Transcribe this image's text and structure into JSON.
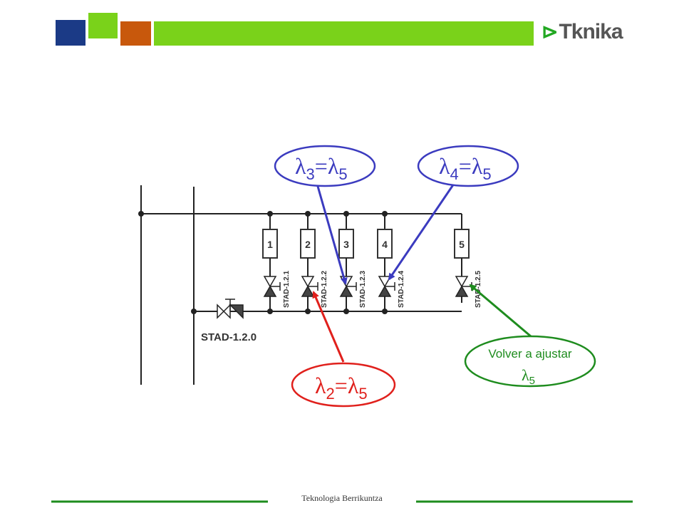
{
  "header": {
    "logo_text": "Tknika",
    "logo_mark": "⊳",
    "colors": {
      "navy": "#1b3a86",
      "green": "#7ad21a",
      "orange": "#c8580c"
    }
  },
  "diagram": {
    "units": [
      "1",
      "2",
      "3",
      "4",
      "5"
    ],
    "unit_valve_labels": [
      "STAD-1.2.1",
      "STAD-1.2.2",
      "STAD-1.2.3",
      "STAD-1.2.4",
      "STAD-1.2.5"
    ],
    "main_valve_label": "STAD-1.2.0"
  },
  "callouts": {
    "c1": {
      "symbol": "λ",
      "sub1": "3",
      "eq": "=",
      "sub2": "5",
      "color": "#3b3bbf"
    },
    "c2": {
      "symbol": "λ",
      "sub1": "4",
      "eq": "=",
      "sub2": "5",
      "color": "#3b3bbf"
    },
    "c3": {
      "symbol": "λ",
      "sub1": "2",
      "eq": "=",
      "sub2": "5",
      "color": "#e0201c"
    },
    "c4": {
      "line1": "Volver a ajustar",
      "symbol": "λ",
      "sub": "5",
      "color": "#1e8c1e"
    }
  },
  "footer": {
    "text": "Teknologia Berrikuntza"
  }
}
